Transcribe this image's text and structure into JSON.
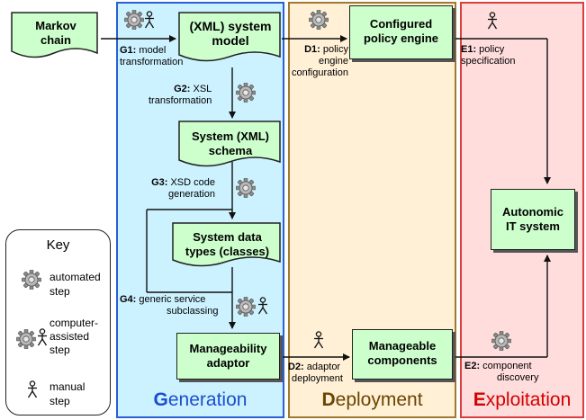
{
  "phases": {
    "generation": {
      "cap": "G",
      "rest": "eneration",
      "color": "#1a4fcf",
      "bg": "#ccf2ff"
    },
    "deployment": {
      "cap": "D",
      "rest": "eployment",
      "color": "#6b4400",
      "bg": "#fff0d6"
    },
    "exploitation": {
      "cap": "E",
      "rest": "xploitation",
      "color": "#d40000",
      "bg": "#ffdddd"
    }
  },
  "nodes": {
    "markov": {
      "l1": "Markov",
      "l2": "chain"
    },
    "xml_model": {
      "l1": "(XML) system",
      "l2": "model"
    },
    "xml_schema": {
      "l1": "System (XML)",
      "l2": "schema"
    },
    "data_types": {
      "l1": "System data",
      "l2": "types (classes)"
    },
    "adaptor": {
      "l1": "Manageability",
      "l2": "adaptor"
    },
    "policy_engine": {
      "l1": "Configured",
      "l2": "policy engine"
    },
    "components": {
      "l1": "Manageable",
      "l2": "components"
    },
    "autonomic": {
      "l1": "Autonomic",
      "l2": "IT system"
    }
  },
  "steps": {
    "g1": {
      "id": "G1:",
      "l1": " model",
      "l2": "transformation"
    },
    "g2": {
      "id": "G2:",
      "l1": " XSL",
      "l2": "transformation"
    },
    "g3": {
      "id": "G3:",
      "l1": " XSD code",
      "l2": "generation"
    },
    "g4": {
      "id": "G4:",
      "l1": " generic service",
      "l2": "subclassing"
    },
    "d1": {
      "id": "D1:",
      "l1": " policy",
      "l2": "engine",
      "l3": "configuration"
    },
    "d2": {
      "id": "D2:",
      "l1": " adaptor",
      "l2": "deployment"
    },
    "e1": {
      "id": "E1:",
      "l1": " policy",
      "l2": "specification"
    },
    "e2": {
      "id": "E2:",
      "l1": " component",
      "l2": "discovery"
    }
  },
  "key": {
    "title": "Key",
    "automated": {
      "l1": "automated",
      "l2": "step"
    },
    "computer_assisted": {
      "l1": "computer-",
      "l2": "assisted",
      "l3": "step"
    },
    "manual": {
      "l1": "manual",
      "l2": "step"
    }
  },
  "colors": {
    "node_fill": "#ccffcc",
    "border": "#222222"
  },
  "icons": [
    "gear-icon",
    "person-icon"
  ]
}
